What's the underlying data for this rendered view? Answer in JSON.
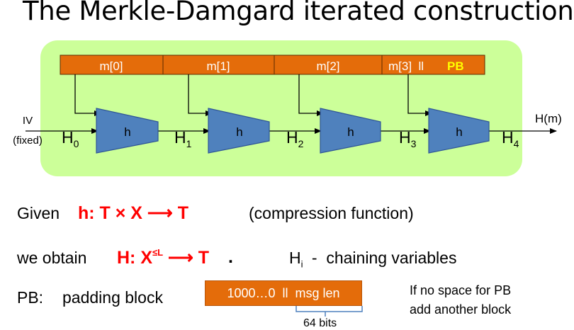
{
  "title": "The Merkle-Damgard iterated construction",
  "diagram": {
    "message_blocks": [
      "m[0]",
      "m[1]",
      "m[2]",
      "m[3]  ll"
    ],
    "pad_label": "PB",
    "iv_label": "IV",
    "iv_sub": "(fixed)",
    "h_label": "h",
    "chain_base": "H",
    "chain_subs": [
      "0",
      "1",
      "2",
      "3",
      "4"
    ],
    "output_label": "H(m)"
  },
  "given": {
    "prefix": "Given",
    "formula": "h: T × X ⟶ T",
    "note": "(compression function)"
  },
  "obtain": {
    "prefix": "we obtain",
    "formula_main": "H: X",
    "formula_sup": "≤L",
    "formula_end": " ⟶ T",
    "period": ".",
    "hi_base": "H",
    "hi_sub": "i",
    "hi_text": "-  chaining variables"
  },
  "padding": {
    "label": "PB:",
    "desc": "padding block",
    "box_text": "1000…0  ll  msg len",
    "bits": "64 bits",
    "note_line1": "If no space for PB",
    "note_line2": "add another block"
  },
  "colors": {
    "bg_green": "#ccff99",
    "block_orange": "#e46c0a",
    "triangle_blue": "#4f81bd",
    "pb_yellow": "#ffff00",
    "formula_red": "#ff0000",
    "brace_blue": "#4f81bd"
  }
}
